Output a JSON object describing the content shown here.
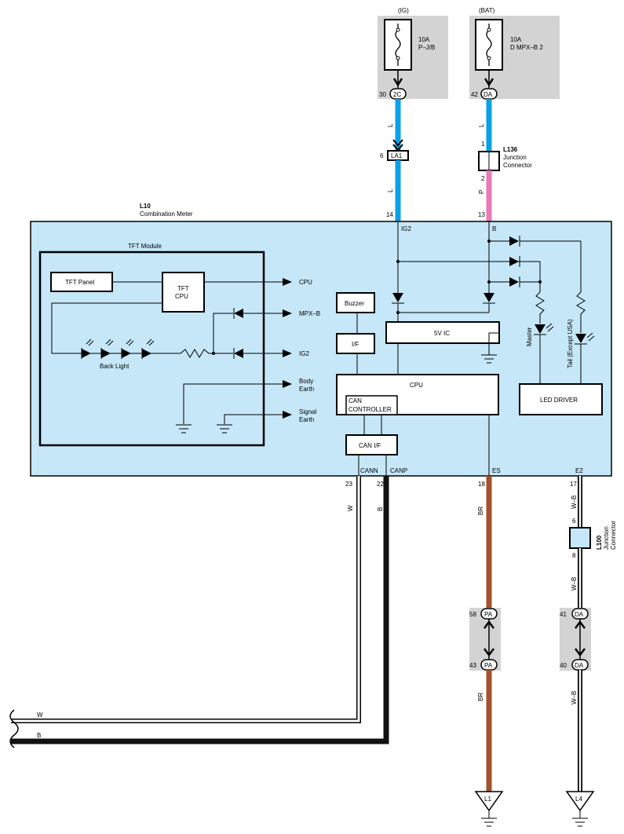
{
  "power": {
    "ig": {
      "label": "(IG)",
      "fuse_amp": "10A",
      "fuse_name": "P–J/B",
      "pin": "30",
      "conn": "2C"
    },
    "bat": {
      "label": "(BAT)",
      "fuse_amp": "10A",
      "fuse_name": "D MPX–B 2",
      "pin": "42",
      "conn": "DA"
    }
  },
  "wires": {
    "L": "L",
    "P": "P",
    "W": "W",
    "B": "B",
    "BR": "BR",
    "WB": "W–B"
  },
  "connectors": {
    "la1": {
      "pin": "6",
      "name": "LA1"
    },
    "l136": {
      "id": "L136",
      "desc1": "Junction",
      "desc2": "Connector",
      "pin_in": "1",
      "pin_out": "2"
    },
    "l100": {
      "id": "L100",
      "desc1": "Junction",
      "desc2": "Connector",
      "pin_in": "6",
      "pin_out": "8"
    },
    "pa_top": {
      "pin": "58",
      "name": "PA"
    },
    "pa_bot": {
      "pin": "43",
      "name": "PA"
    },
    "da_top": {
      "pin": "41",
      "name": "DA"
    },
    "da_bot": {
      "pin": "40",
      "name": "DA"
    }
  },
  "meter": {
    "id": "L10",
    "name": "Combination Meter",
    "pin_ig2": "14",
    "pin_b": "13",
    "ig2": "IG2",
    "b": "B",
    "pin_cann": "23",
    "pin_canp": "22",
    "pin_es": "18",
    "pin_e2": "17",
    "cann": "CANN",
    "canp": "CANP",
    "es": "ES",
    "e2": "E2"
  },
  "tft": {
    "title": "TFT Module",
    "panel": "TFT Panel",
    "cpu_line1": "TFT",
    "cpu_line2": "CPU",
    "backlight": "Back Light",
    "out_cpu": "CPU",
    "out_mpxb": "MPX–B",
    "out_ig2": "IG2",
    "out_body1": "Body",
    "out_body2": "Earth",
    "out_sig1": "Signal",
    "out_sig2": "Earth"
  },
  "blocks": {
    "buzzer": "Buzzer",
    "if": "I/F",
    "ic5v": "5V IC",
    "cpu": "CPU",
    "can_ctrl1": "CAN",
    "can_ctrl2": "CONTROLLER",
    "can_if": "CAN I/F",
    "led_driver": "LED DRIVER",
    "master": "Master",
    "tail": "Tail (Except USA)"
  },
  "grounds": {
    "l1": "L1",
    "l4": "L4"
  },
  "colors": {
    "meter_fill": "#c5e7f8",
    "grey_fill": "#d3d3d3",
    "wire_blue": "#0aa2e6",
    "wire_pink": "#ea79b6",
    "wire_brown": "#a2532d",
    "wire_black": "#111111"
  }
}
